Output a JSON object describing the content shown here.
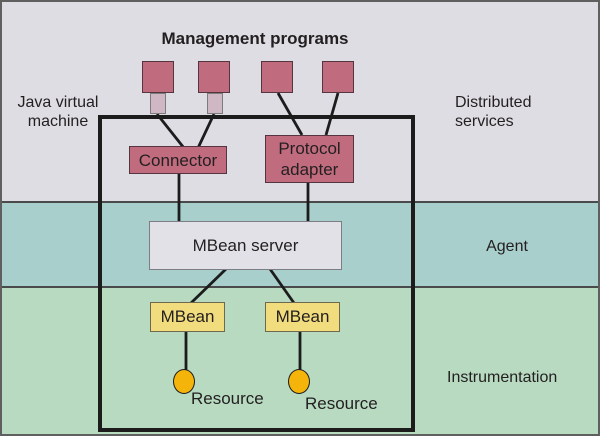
{
  "diagram": {
    "title": "Management programs",
    "side_labels": {
      "jvm_line1": "Java virtual",
      "jvm_line2": "machine",
      "distributed_line1": "Distributed",
      "distributed_line2": "services",
      "agent": "Agent",
      "instrumentation": "Instrumentation"
    },
    "nodes": {
      "connector": "Connector",
      "protocol_adapter_line1": "Protocol",
      "protocol_adapter_line2": "adapter",
      "mbean_server": "MBean server",
      "mbeans": [
        "MBean",
        "MBean"
      ],
      "resources": [
        "Resource",
        "Resource"
      ]
    },
    "colors": {
      "band_distributed": "#dfdde4",
      "band_agent": "#a8cfcb",
      "band_instrumentation": "#b7dac1",
      "node_rose": "#c06c7e",
      "node_rose_border": "#55353f",
      "plug_fill": "#cfb7c3",
      "mbean_server_fill": "#e3e1e8",
      "mbean_fill": "#f1dd7d",
      "resource_fill": "#f4b40a",
      "line": "#1c1c1c"
    }
  }
}
